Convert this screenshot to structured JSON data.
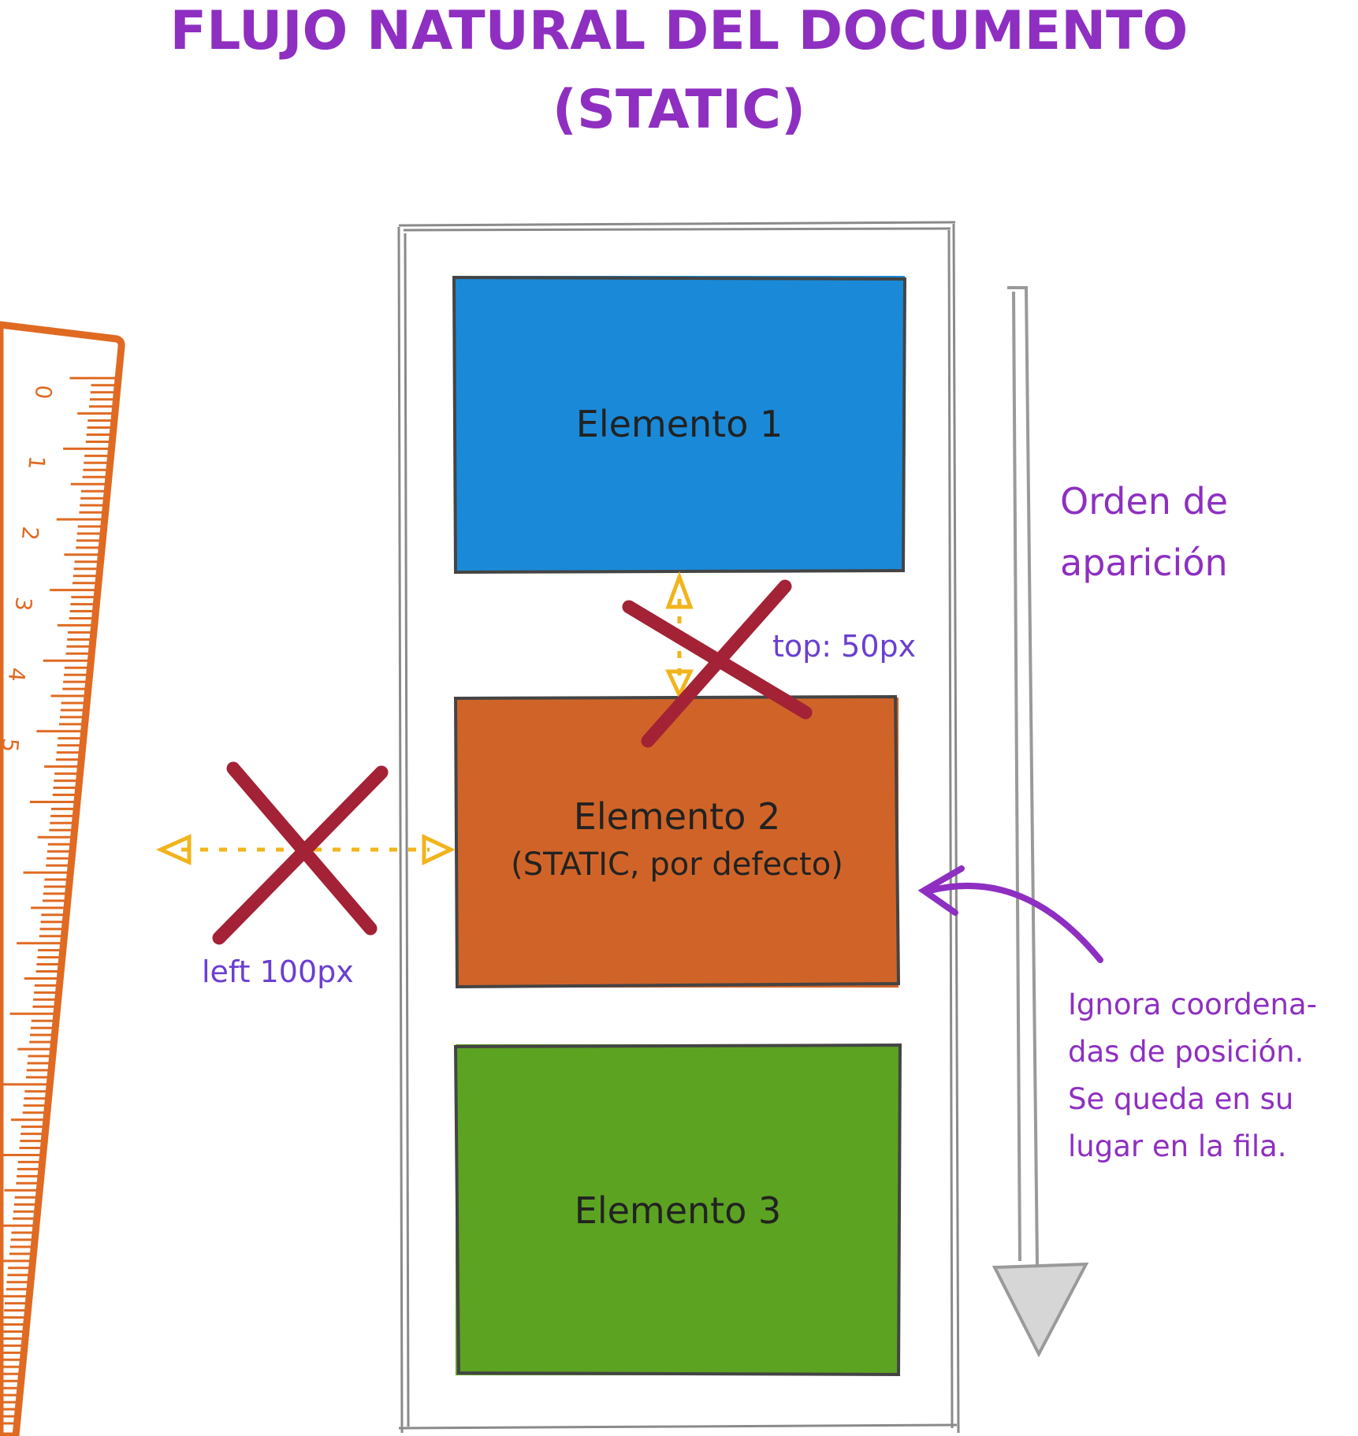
{
  "title": {
    "line1": "FLUJO NATURAL DEL DOCUMENTO",
    "line2": "(STATIC)"
  },
  "elements": [
    {
      "label": "Elemento 1",
      "color": "#1a8ad8"
    },
    {
      "label": "Elemento 2",
      "sublabel": "(STATIC, por defecto)",
      "color": "#d06428"
    },
    {
      "label": "Elemento 3",
      "color": "#5ca322"
    }
  ],
  "flow_note": {
    "line1": "Orden de",
    "line2": "aparición"
  },
  "ignore_note": {
    "lines": [
      "Ignora coordena-",
      "das de posición.",
      "Se queda en su",
      "lugar en la fila."
    ]
  },
  "coords": {
    "top": "top: 50px",
    "left": "left  100px"
  },
  "ruler_numbers": [
    "0",
    "1",
    "2",
    "3",
    "4",
    "5"
  ],
  "colors": {
    "title": "#8e2fc1",
    "cross": "#a32235",
    "dotted_arrow": "#f2b41c",
    "ruler": "#e06a22",
    "container": "#8a8a8a",
    "flow_arrow": "#9a9a9a"
  },
  "icons": {
    "cross": "x-mark",
    "ruler": "ruler-icon"
  }
}
